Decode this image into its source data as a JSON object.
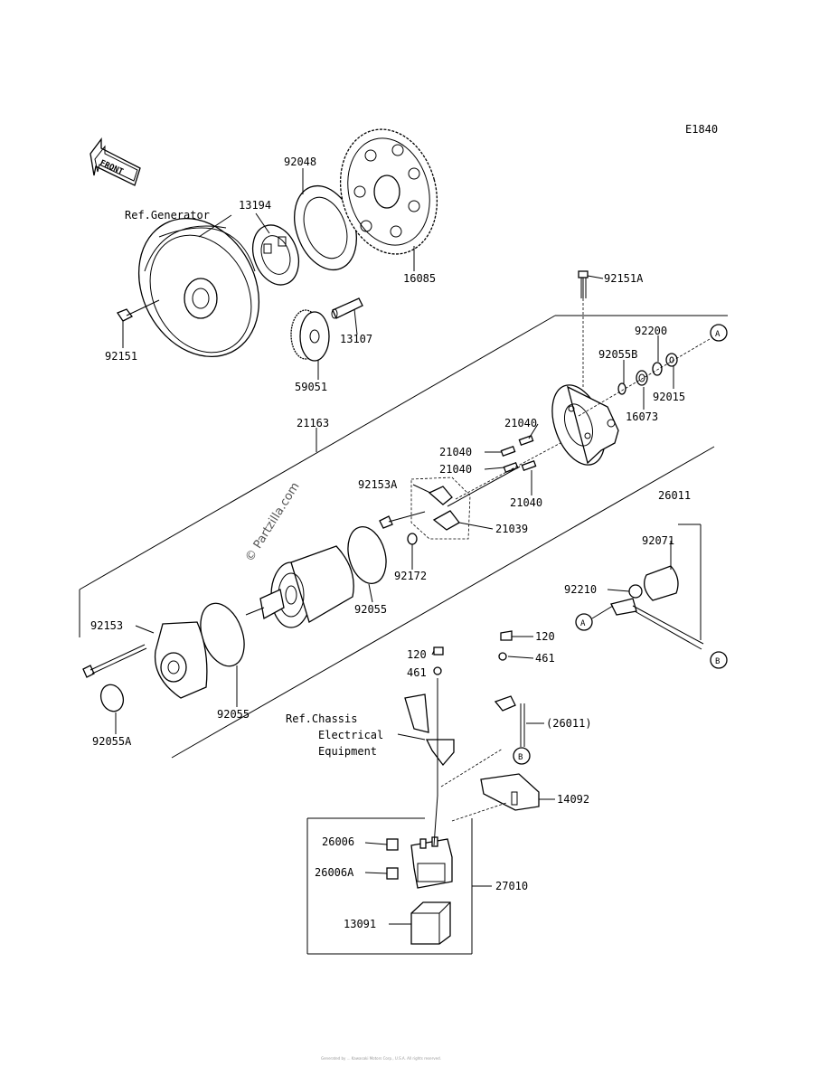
{
  "diagram_code": "E1840",
  "front_label": "FRONT",
  "watermark": "© Partzilla.com",
  "footer_text": "Generated by ... Kawasaki Motors Corp., U.S.A. All rights reserved.",
  "callouts": {
    "92048": "92048",
    "13194": "13194",
    "ref_generator": "Ref.Generator",
    "16085": "16085",
    "92151A": "92151A",
    "92151": "92151",
    "13107": "13107",
    "59051": "59051",
    "92200": "92200",
    "92055B": "92055B",
    "92015": "92015",
    "16073": "16073",
    "21163": "21163",
    "21040_a": "21040",
    "21040_b": "21040",
    "21040_c": "21040",
    "21040_d": "21040",
    "92153A": "92153A",
    "21039": "21039",
    "26011": "26011",
    "92071": "92071",
    "92210": "92210",
    "92172": "92172",
    "92153": "92153",
    "92055_a": "92055",
    "92055_b": "92055",
    "92055A": "92055A",
    "120_a": "120",
    "461_a": "461",
    "120_b": "120",
    "461_b": "461",
    "26011_ref": "(26011)",
    "ref_chassis_1": "Ref.Chassis",
    "ref_chassis_2": "Electrical",
    "ref_chassis_3": "Equipment",
    "14092": "14092",
    "26006": "26006",
    "26006A": "26006A",
    "27010": "27010",
    "13091": "13091"
  },
  "connectors": {
    "a_top": "A",
    "a_bottom": "A",
    "b_right": "B",
    "b_bottom": "B"
  }
}
